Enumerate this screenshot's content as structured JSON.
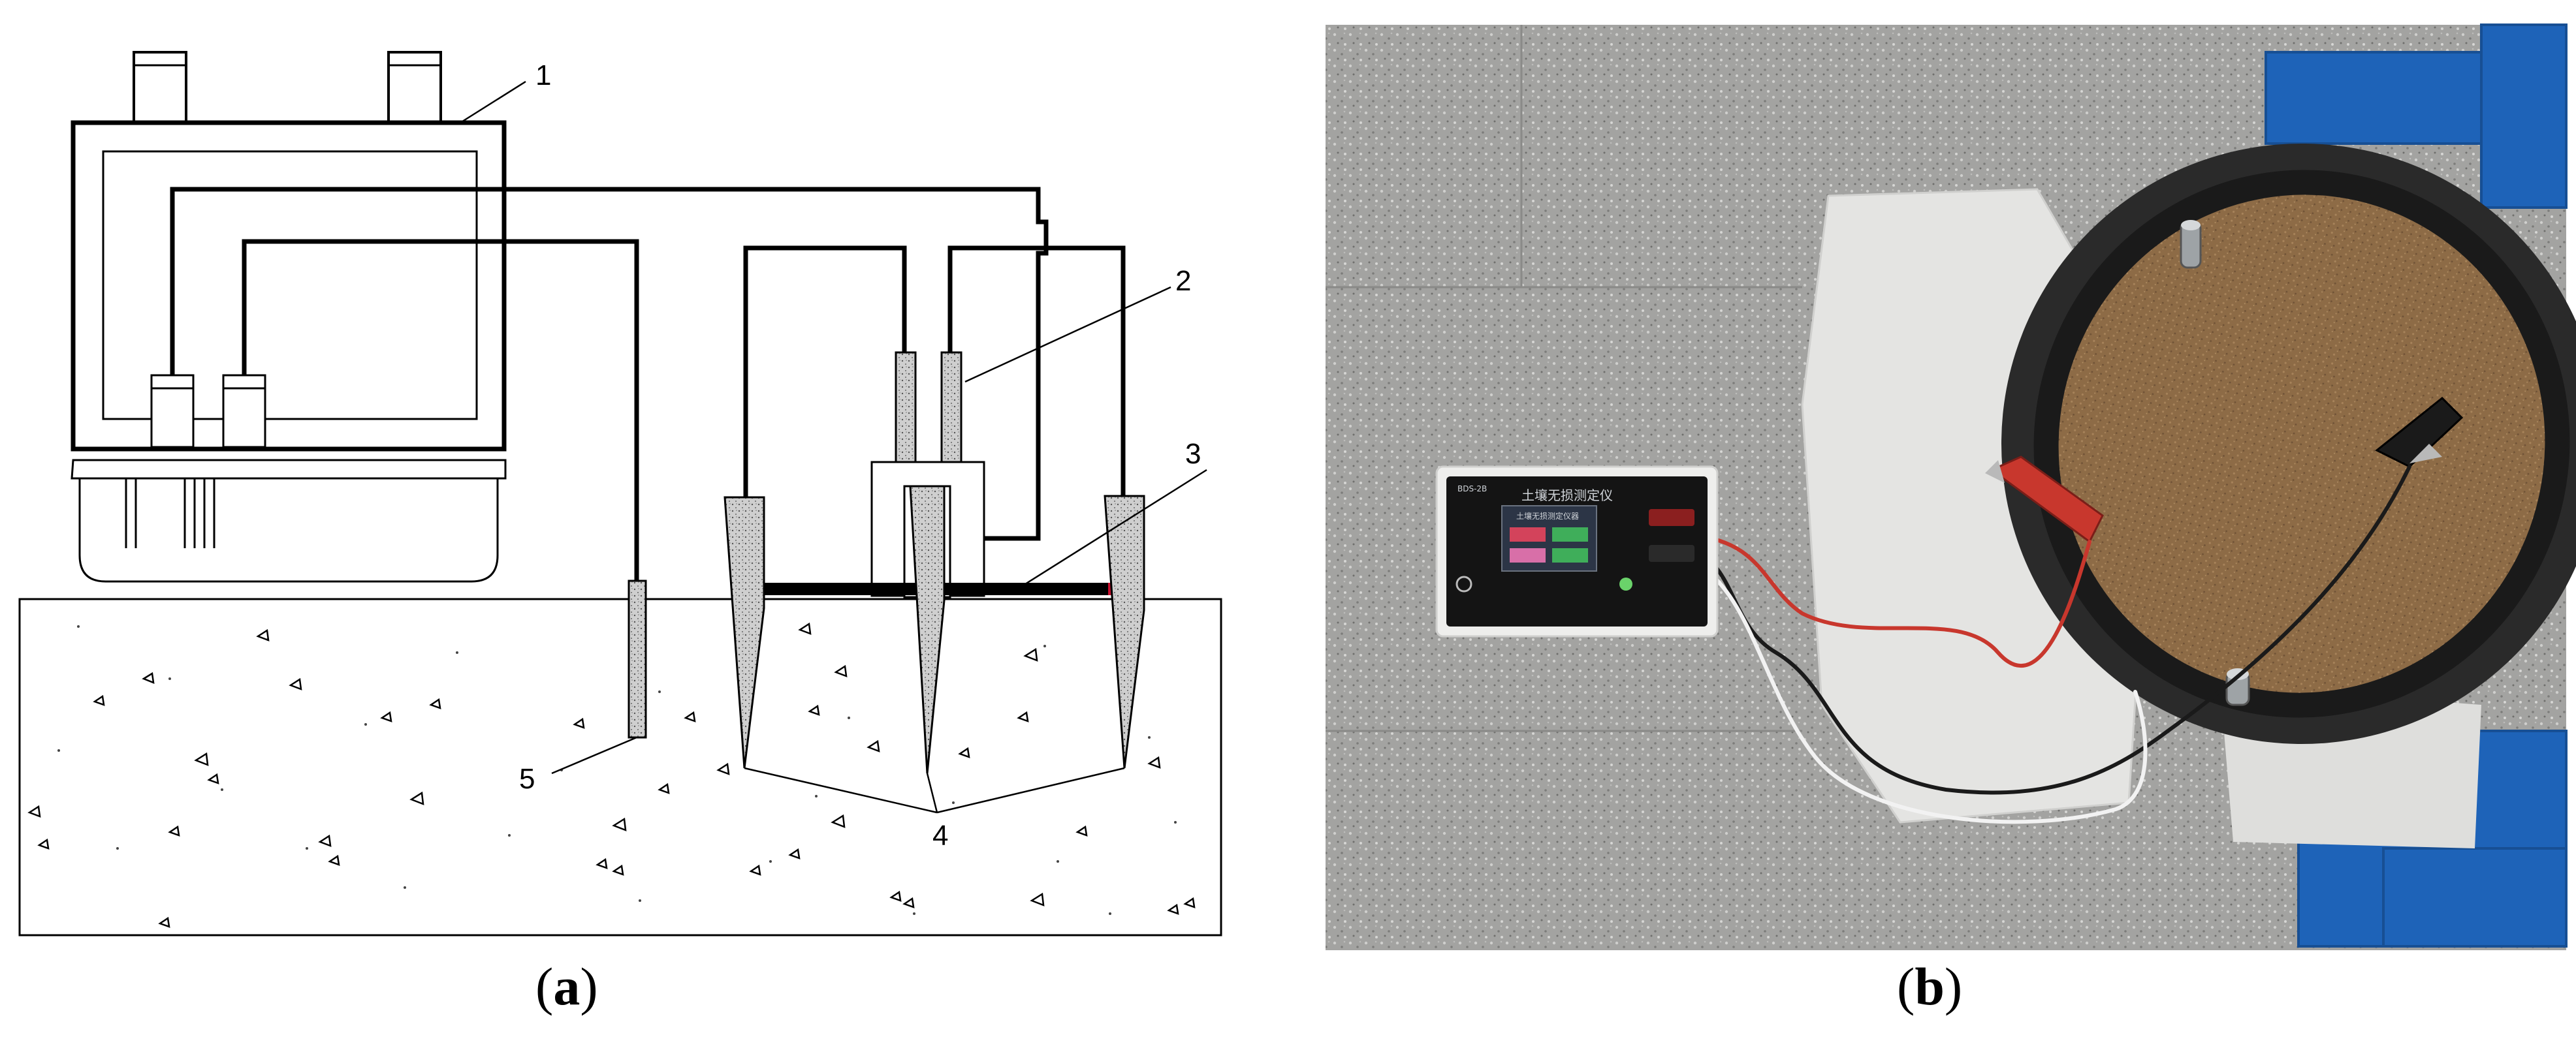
{
  "figure": {
    "panel_a": {
      "caption_open": "(",
      "caption_letter": "a",
      "caption_close": ")",
      "callouts": [
        "1",
        "2",
        "3",
        "4",
        "5"
      ]
    },
    "panel_b": {
      "caption_open": "(",
      "caption_letter": "b",
      "caption_close": ")",
      "device_model": "BDS-2B",
      "device_title": "土壤无损测定仪",
      "device_screen_text": "土壤无损测定仪器"
    }
  },
  "colors": {
    "diagram_line": "#000000",
    "soil_fill": "#ffffff",
    "probe_fill": "#d8d8d8",
    "clip_red": "#c8372d",
    "clip_black": "#1a1a1a",
    "floor": "#9a9a98",
    "pipe_ring": "#1e1e1e",
    "sand": "#8b6a45",
    "stand_blue": "#1e63b8",
    "plastic": "#e4e4e2"
  }
}
